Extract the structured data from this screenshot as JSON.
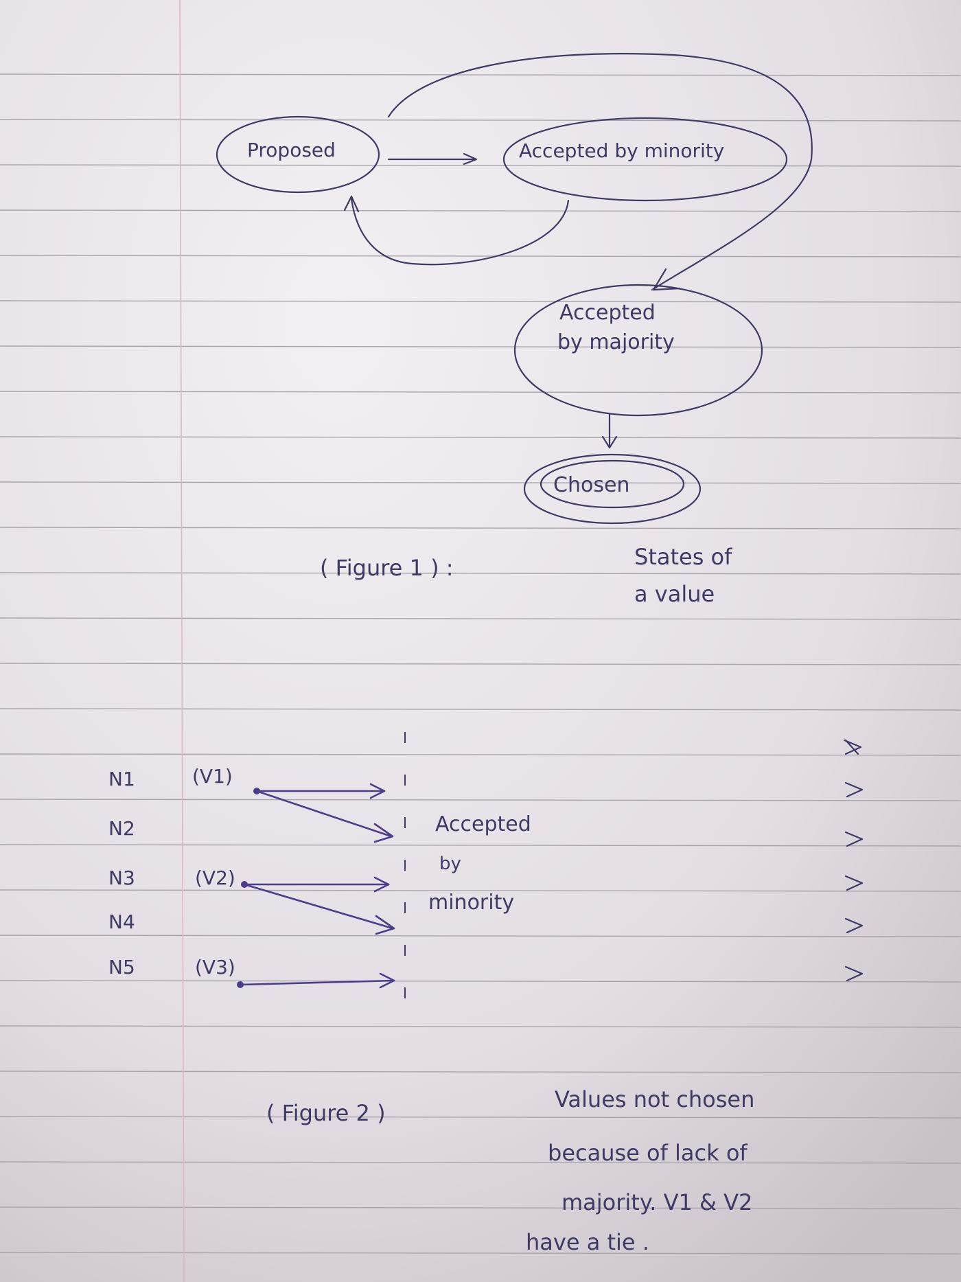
{
  "figure1": {
    "states": {
      "proposed": "Proposed",
      "accepted_minority": "Accepted by minority",
      "accepted_majority_line1": "Accepted",
      "accepted_majority_line2": "by majority",
      "chosen": "Chosen"
    },
    "caption": {
      "label": "( Figure 1 ) :",
      "text_line1": "States of",
      "text_line2": "a value"
    }
  },
  "figure2": {
    "nodes": [
      "N1",
      "N2",
      "N3",
      "N4",
      "N5"
    ],
    "values": [
      "(V1)",
      "(V2)",
      "(V3)"
    ],
    "accepted_label_line1": "Accepted",
    "accepted_label_line2": "by",
    "accepted_label_line3": "minority",
    "caption": {
      "label": "( Figure 2 )",
      "text_line1": "Values not chosen",
      "text_line2": "because of lack of",
      "text_line3": "majority. V1 & V2",
      "text_line4": "have a tie ."
    }
  },
  "colors": {
    "paper": "#e9e4e8",
    "rule_line": "#a9a3ab",
    "margin_line": "#d8b8c4",
    "ink": "#3f3a63",
    "purple_ink": "#4b3c8c"
  }
}
